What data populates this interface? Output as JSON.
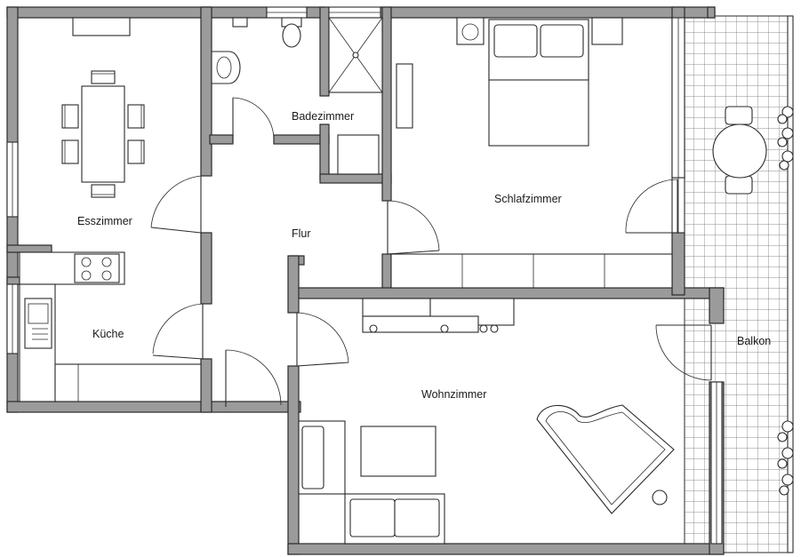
{
  "rooms": {
    "esszimmer": "Esszimmer",
    "kueche": "Küche",
    "badezimmer": "Badezimmer",
    "flur": "Flur",
    "schlafzimmer": "Schlafzimmer",
    "wohnzimmer": "Wohnzimmer",
    "balkon": "Balkon"
  },
  "colors": {
    "wall_fill": "#9b9b9b",
    "line": "#2a2a2a",
    "background": "#ffffff"
  }
}
